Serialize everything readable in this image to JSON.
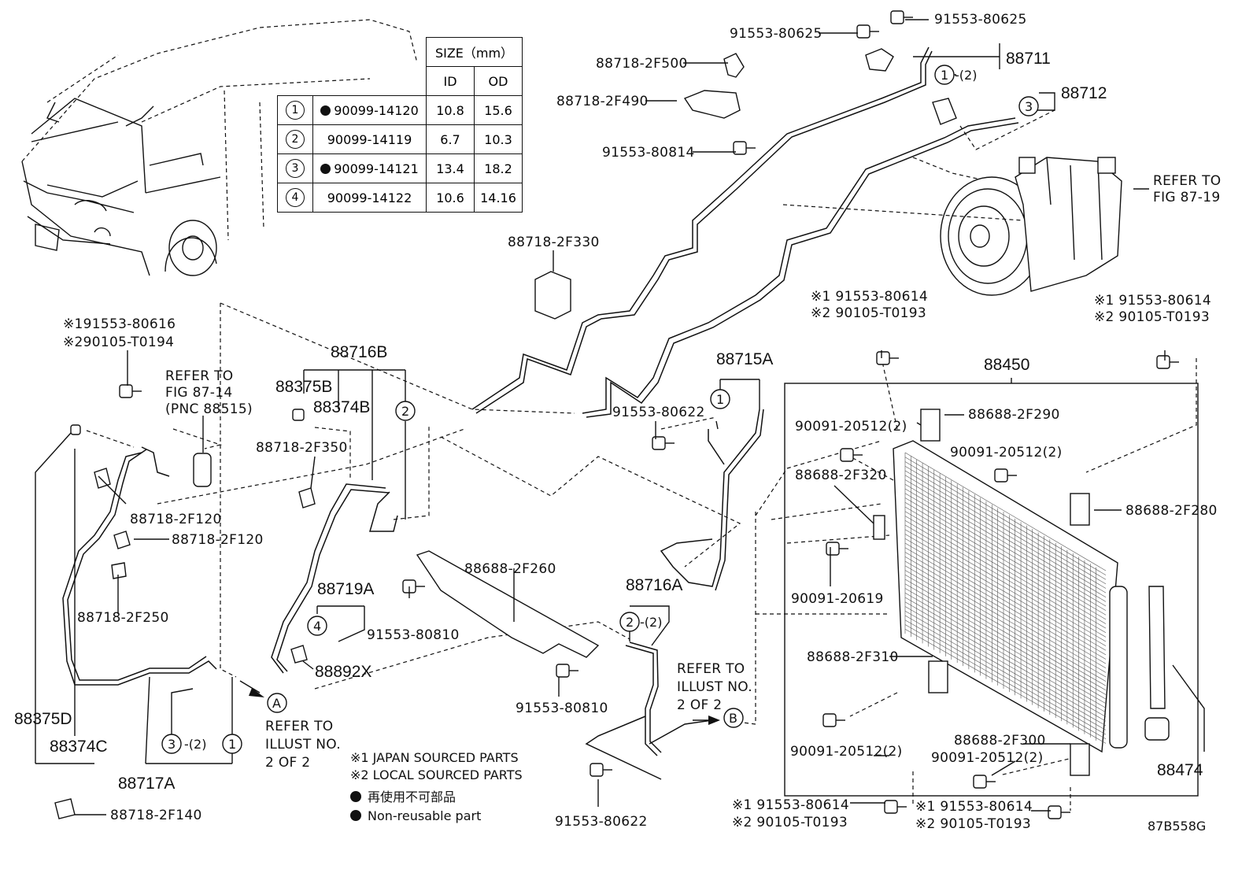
{
  "size_table": {
    "header": "SIZE（mm）",
    "col_id": "ID",
    "col_od": "OD",
    "rows": [
      {
        "no": "1",
        "part": "90099-14120",
        "non_reusable": true,
        "id": "10.8",
        "od": "15.6"
      },
      {
        "no": "2",
        "part": "90099-14119",
        "non_reusable": false,
        "id": "6.7",
        "od": "10.3"
      },
      {
        "no": "3",
        "part": "90099-14121",
        "non_reusable": true,
        "id": "13.4",
        "od": "18.2"
      },
      {
        "no": "4",
        "part": "90099-14122",
        "non_reusable": false,
        "id": "10.6",
        "od": "14.16"
      }
    ]
  },
  "labels": {
    "p91553_80625_a": "91553-80625",
    "p91553_80625_b": "91553-80625",
    "p88711": "88711",
    "p88712": "88712",
    "p88718_2F500": "88718-2F500",
    "p88718_2F490": "88718-2F490",
    "p91553_80814": "91553-80814",
    "ring_1_2": "-(2)",
    "refer_87_19_a": "REFER TO",
    "refer_87_19_b": "FIG 87-19",
    "p88718_2F330": "88718-2F330",
    "note_l_1": "※191553-80616",
    "note_l_2": "※290105-T0194",
    "refer_87_14_a": "REFER TO",
    "refer_87_14_b": "FIG 87-14",
    "refer_87_14_c": "(PNC 88515)",
    "p88716B": "88716B",
    "p88375B": "88375B",
    "p88374B": "88374B",
    "p88718_2F350": "88718-2F350",
    "p88715A": "88715A",
    "p91553_80622_a": "91553-80622",
    "note_c1_1": "※1 91553-80614",
    "note_c1_2": "※2 90105-T0193",
    "note_c2_1": "※1 91553-80614",
    "note_c2_2": "※2 90105-T0193",
    "p88450": "88450",
    "p88688_2F290": "88688-2F290",
    "p90091_20512_a": "90091-20512(2)",
    "p90091_20512_b": "90091-20512(2)",
    "p88688_2F320": "88688-2F320",
    "p88688_2F280": "88688-2F280",
    "p90091_20619": "90091-20619",
    "p88718_2F120_a": "88718-2F120",
    "p88718_2F120_b": "88718-2F120",
    "p88718_2F250": "88718-2F250",
    "p88688_2F260": "88688-2F260",
    "p88716A": "88716A",
    "ring_2_2": "-(2)",
    "p88719A": "88719A",
    "p91553_80810_a": "91553-80810",
    "p88892X": "88892X",
    "p88688_2F310": "88688-2F310",
    "refer_b_1": "REFER TO",
    "refer_b_2": "ILLUST NO.",
    "refer_b_3": "2 OF 2",
    "p91553_80810_b": "91553-80810",
    "p88375D": "88375D",
    "p88374C": "88374C",
    "ring_3_2": "-(2)",
    "refer_a_1": "REFER TO",
    "refer_a_2": "ILLUST NO.",
    "refer_a_3": "2 OF 2",
    "p88717A": "88717A",
    "p90091_20512_c": "90091-20512(2)",
    "p88688_2F300": "88688-2F300",
    "p90091_20512_d": "90091-20512(2)",
    "p88474": "88474",
    "legend_1": "※1 JAPAN SOURCED PARTS",
    "legend_2": "※2 LOCAL SOURCED PARTS",
    "legend_3": "再使用不可部品",
    "legend_4": "Non-reusable part",
    "p91553_80622_b": "91553-80622",
    "note_b1_1": "※1 91553-80614",
    "note_b1_2": "※2 90105-T0193",
    "note_b2_1": "※1 91553-80614",
    "note_b2_2": "※2 90105-T0193",
    "p88718_2F140": "88718-2F140",
    "fig_code": "87B558G",
    "circ_a": "A",
    "circ_b": "B",
    "n1": "1",
    "n2": "2",
    "n3": "3",
    "n4": "4"
  }
}
